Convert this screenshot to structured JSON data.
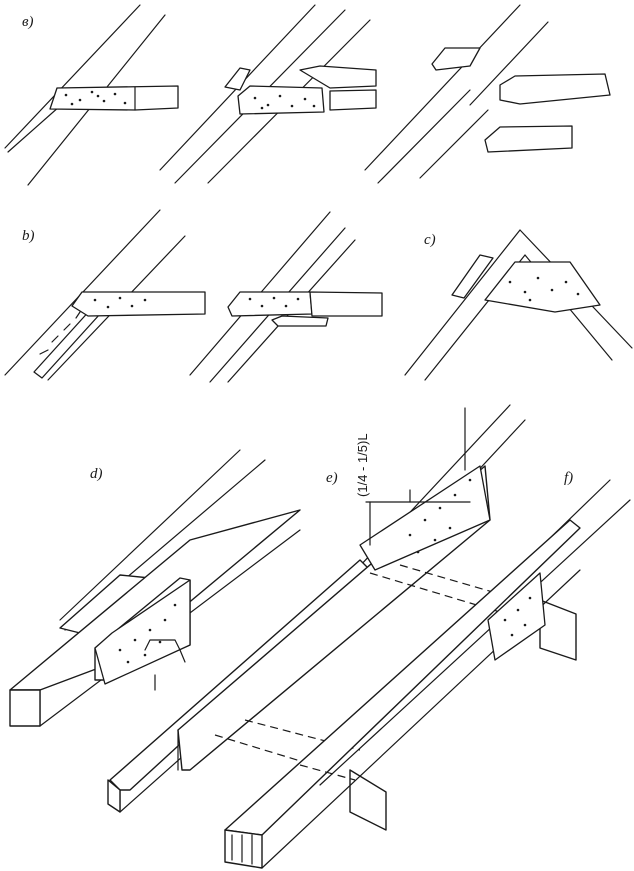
{
  "panels": {
    "a": {
      "label": "в)"
    },
    "b": {
      "label": "b)"
    },
    "c": {
      "label": "c)"
    },
    "d": {
      "label": "d)"
    },
    "e": {
      "label": "e)"
    },
    "f": {
      "label": "f)"
    }
  },
  "dimension": {
    "text": "(1/4 - 1/5)L"
  },
  "colors": {
    "ink": "#1a1a1a",
    "paper": "#ffffff"
  }
}
